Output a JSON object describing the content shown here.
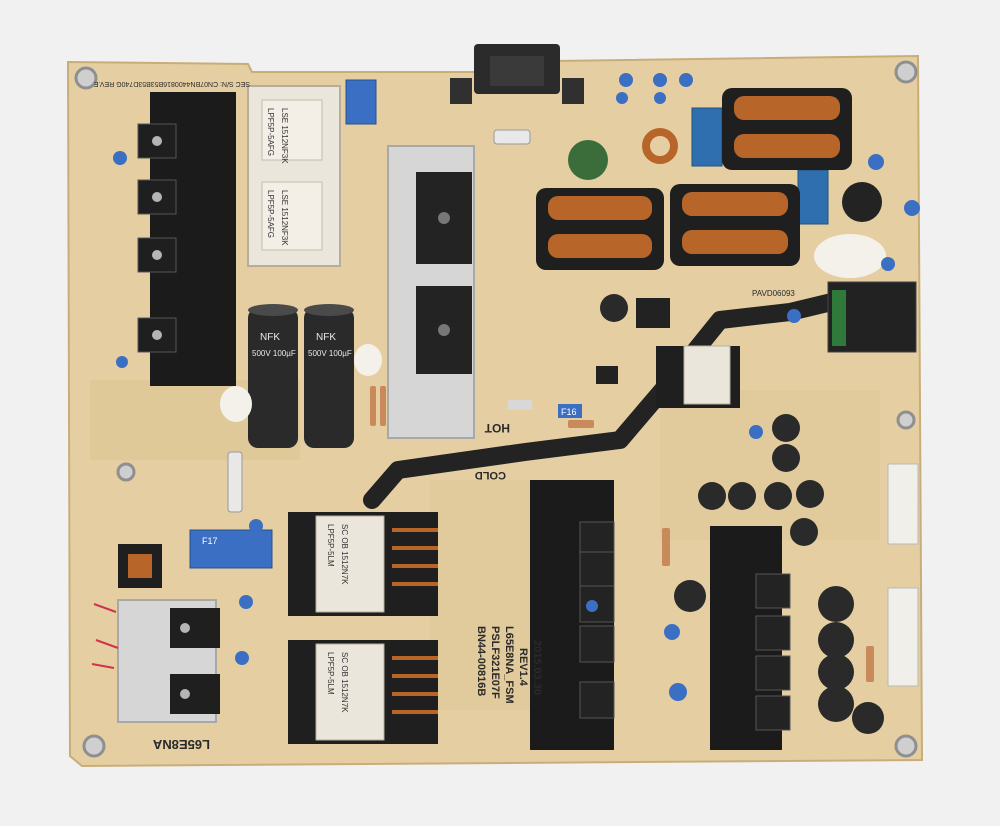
{
  "image": {
    "subject": "Power supply circuit board",
    "colors": {
      "background": "#f1f1f1",
      "board": "#e5cfa2",
      "board_shade": "#d8bf8e",
      "heatsink": "#1b1b1b",
      "aluminum": "#d6d6d6",
      "copper": "#b8652a",
      "capacitor": "#2a2a2a",
      "transformer": "#ebe6dc",
      "blue": "#3b6fc4",
      "teal": "#2f6fb0",
      "green": "#3b6d3a",
      "trace": "#232323"
    }
  },
  "labels": {
    "model": "BN44-00816B",
    "part": "PSLF321E07F",
    "board_name": "L65E8NA_FSM",
    "rev": "REV1.4",
    "date": "2015.03.30",
    "hot": "HOT",
    "cold": "COLD",
    "corner": "L65E8NA",
    "serial": "SEC S/N: CN07BN4400816B53B53D740G REV.E",
    "cap_top": "NFK",
    "cap_volt": "500V 100µF",
    "xfmr_a1": "LPF5P-5AFG",
    "xfmr_a2": "LSE 1512NF3K",
    "xfmr_c1": "LPF5P-5LM",
    "xfmr_c2": "SC OB 1512N7K",
    "fuse_1": "F16",
    "fuse_2": "F17",
    "small_tag": "PAVD06093"
  }
}
